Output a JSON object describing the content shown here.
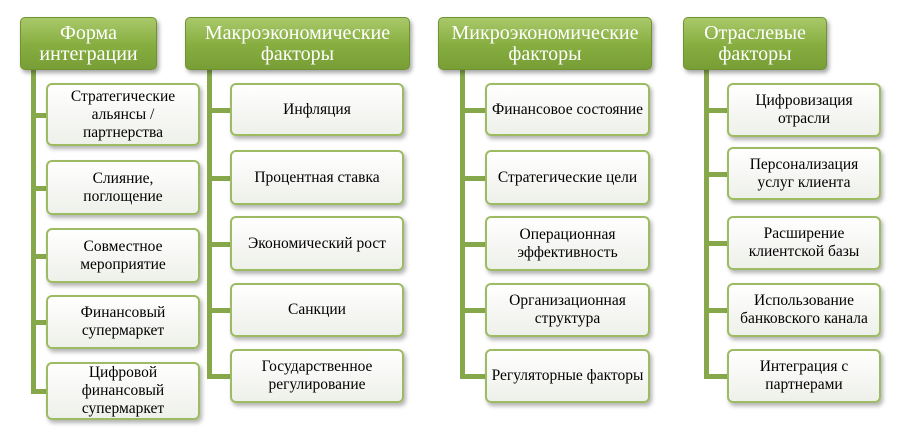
{
  "columns": [
    {
      "title": "Форма интеграции",
      "items": [
        "Стратегические альянсы / партнерства",
        "Слияние, поглощение",
        "Совместное мероприятие",
        "Финансовый супермаркет",
        "Цифровой финансовый супермаркет"
      ]
    },
    {
      "title": "Макроэкономические факторы",
      "items": [
        "Инфляция",
        "Процентная ставка",
        "Экономический рост",
        "Санкции",
        "Государственное регулирование"
      ]
    },
    {
      "title": "Микроэкономические факторы",
      "items": [
        "Финансовое состояние",
        "Стратегические цели",
        "Операционная эффективность",
        "Организационная структура",
        "Регуляторные факторы"
      ]
    },
    {
      "title": "Отраслевые факторы",
      "items": [
        "Цифровизация отрасли",
        "Персонализация услуг клиента",
        "Расширение клиентской базы",
        "Использование банковского канала",
        "Интеграция с партнерами"
      ]
    }
  ],
  "colors": {
    "header": "#86ad3f",
    "border": "#9dbb62"
  }
}
